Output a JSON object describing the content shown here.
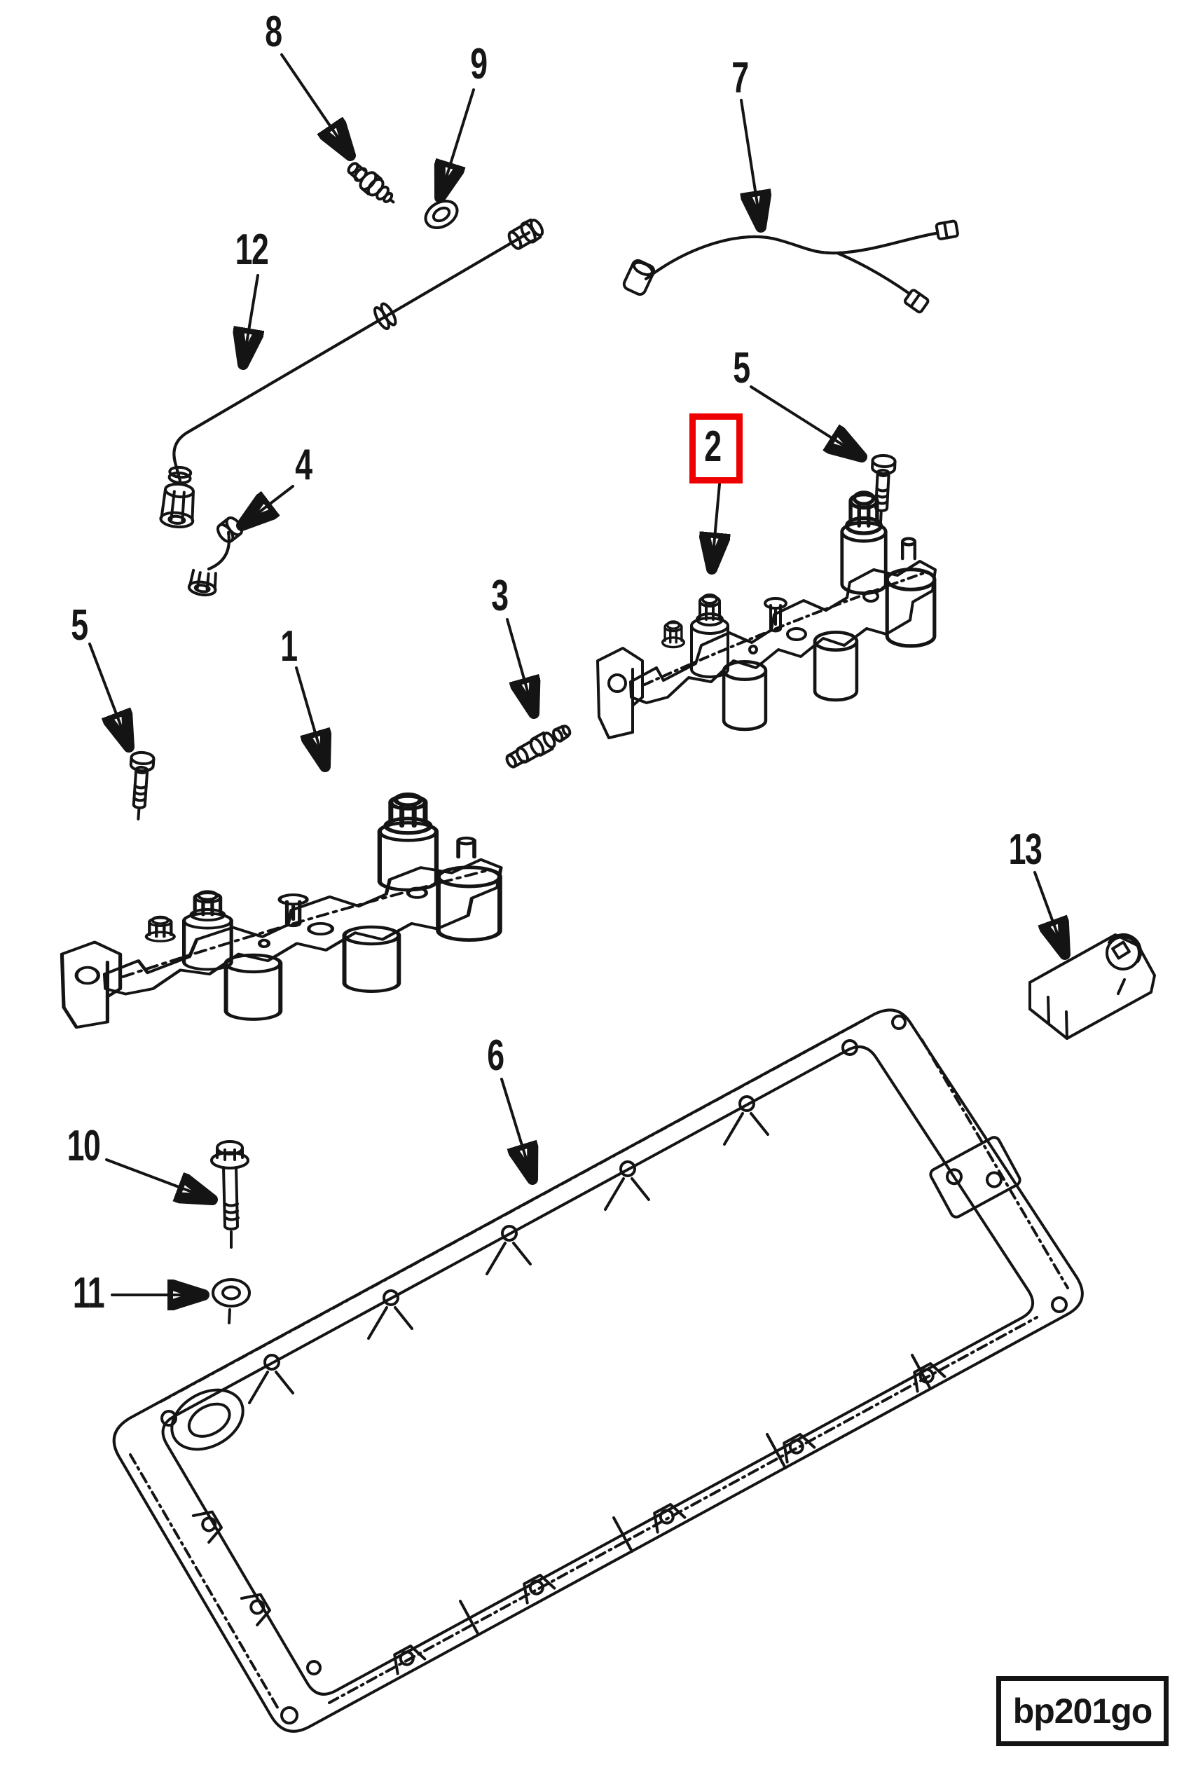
{
  "drawing": {
    "code_label": "bp201go",
    "highlight_color": "#ee0000",
    "line_color": "#141414",
    "background_color": "#ffffff",
    "highlighted_callout": "2",
    "callouts": {
      "c1": {
        "label": "1"
      },
      "c2": {
        "label": "2",
        "highlighted": true
      },
      "c3": {
        "label": "3"
      },
      "c4": {
        "label": "4"
      },
      "c5a": {
        "label": "5"
      },
      "c5b": {
        "label": "5"
      },
      "c6": {
        "label": "6"
      },
      "c7": {
        "label": "7"
      },
      "c8": {
        "label": "8"
      },
      "c9": {
        "label": "9"
      },
      "c10": {
        "label": "10"
      },
      "c11": {
        "label": "11"
      },
      "c12": {
        "label": "12"
      },
      "c13": {
        "label": "13"
      }
    }
  }
}
